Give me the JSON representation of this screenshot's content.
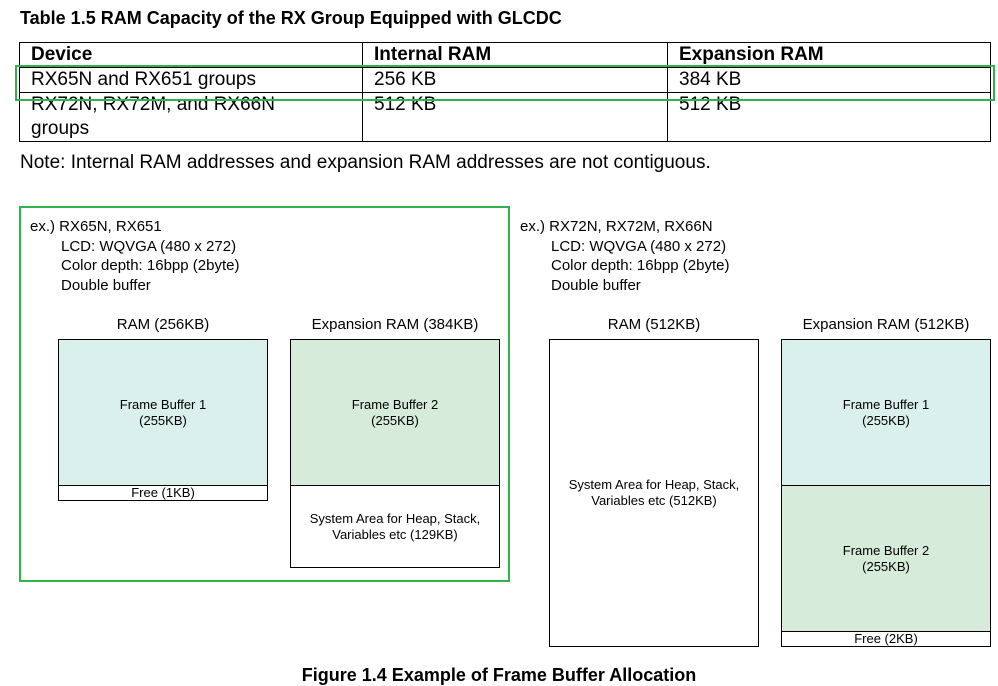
{
  "title": "Table 1.5 RAM Capacity of the RX Group Equipped with GLCDC",
  "table": {
    "headers": [
      "Device",
      "Internal RAM",
      "Expansion RAM"
    ],
    "rows": [
      [
        "RX65N and RX651 groups",
        "256 KB",
        "384 KB"
      ],
      [
        "RX72N, RX72M, and RX66N groups",
        "512 KB",
        "512 KB"
      ]
    ]
  },
  "note": "Note: Internal RAM addresses and expansion RAM addresses are not contiguous.",
  "examples": [
    {
      "heading": "ex.) RX65N, RX651",
      "lines": [
        "LCD: WQVGA (480 x 272)",
        "Color depth: 16bpp (2byte)",
        "Double buffer"
      ],
      "ram_caption": "RAM (256KB)",
      "exp_caption": "Expansion RAM (384KB)",
      "ram_blocks": [
        {
          "line1": "Frame Buffer 1",
          "line2": "(255KB)"
        },
        {
          "line1": "Free (1KB)",
          "line2": ""
        }
      ],
      "exp_blocks": [
        {
          "line1": "Frame Buffer 2",
          "line2": "(255KB)"
        },
        {
          "line1": "System Area for Heap, Stack,",
          "line2": "Variables etc (129KB)"
        }
      ]
    },
    {
      "heading": "ex.) RX72N, RX72M, RX66N",
      "lines": [
        "LCD: WQVGA (480 x 272)",
        "Color depth: 16bpp (2byte)",
        "Double buffer"
      ],
      "ram_caption": "RAM (512KB)",
      "exp_caption": "Expansion RAM (512KB)",
      "ram_blocks": [
        {
          "line1": "System Area for Heap, Stack,",
          "line2": "Variables etc (512KB)"
        }
      ],
      "exp_blocks": [
        {
          "line1": "Frame Buffer 1",
          "line2": "(255KB)"
        },
        {
          "line1": "Frame Buffer 2",
          "line2": "(255KB)"
        },
        {
          "line1": "Free (2KB)",
          "line2": ""
        }
      ]
    }
  ],
  "figure_caption": "Figure 1.4 Example of Frame Buffer Allocation",
  "colors": {
    "highlight": "#2fb34a",
    "frame_buffer_1": "#daf0ec",
    "frame_buffer_2": "#d6ebd9"
  }
}
